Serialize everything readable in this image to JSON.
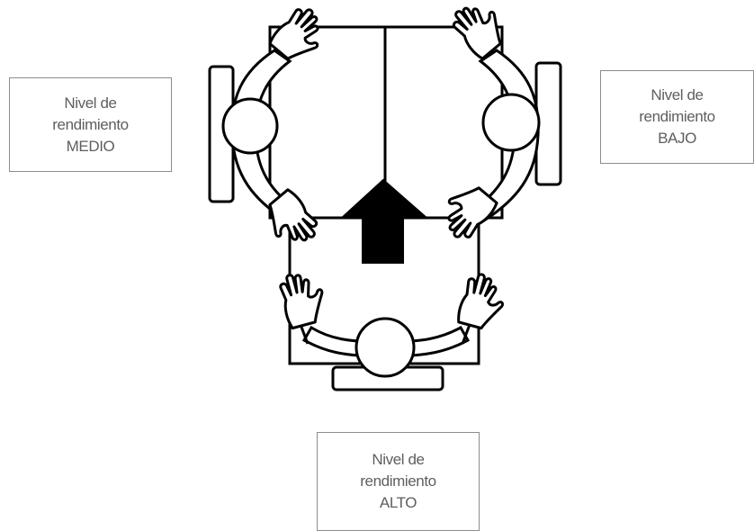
{
  "labels": {
    "medio": {
      "line1": "Nivel de",
      "line2": "rendimiento",
      "line3": "MEDIO"
    },
    "bajo": {
      "line1": "Nivel de",
      "line2": "rendimiento",
      "line3": "BAJO"
    },
    "alto": {
      "line1": "Nivel de",
      "line2": "rendimiento",
      "line3": "ALTO"
    }
  },
  "colors": {
    "line": "#000000",
    "fill": "#ffffff",
    "arrow": "#000000",
    "box_border": "#8c8c8c",
    "box_text": "#5e5e5e"
  }
}
